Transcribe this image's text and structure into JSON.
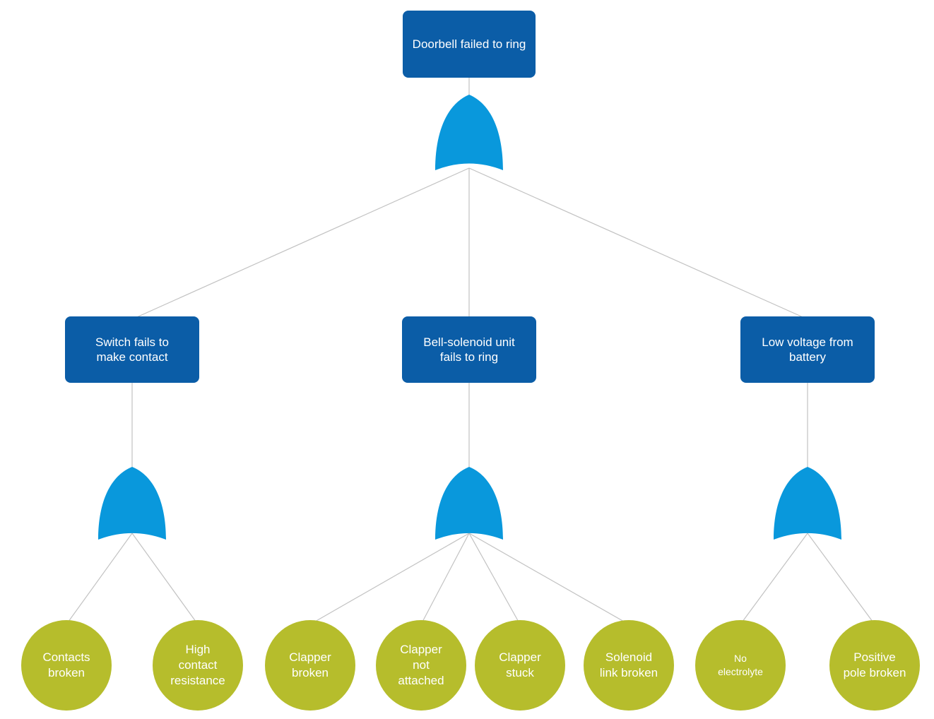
{
  "fault_tree": {
    "top_event": {
      "label": "Doorbell failed to ring"
    },
    "intermediate_events": [
      {
        "label": "Switch fails to make contact"
      },
      {
        "label": "Bell-solenoid unit fails to ring"
      },
      {
        "label": "Low voltage from battery"
      }
    ],
    "basic_events": [
      {
        "label": "Contacts broken"
      },
      {
        "label": "High contact resistance"
      },
      {
        "label": "Clapper broken"
      },
      {
        "label": "Clapper not attached"
      },
      {
        "label": "Clapper stuck"
      },
      {
        "label": "Solenoid link broken"
      },
      {
        "label": "No electrolyte"
      },
      {
        "label": "Positive pole broken"
      }
    ],
    "icons": {
      "gate": "or-gate"
    },
    "colors": {
      "event_box": "#0b5da7",
      "gate": "#0998dc",
      "basic_event": "#b6bd2c",
      "connector": "#c2c2c2",
      "text": "#ffffff"
    }
  }
}
